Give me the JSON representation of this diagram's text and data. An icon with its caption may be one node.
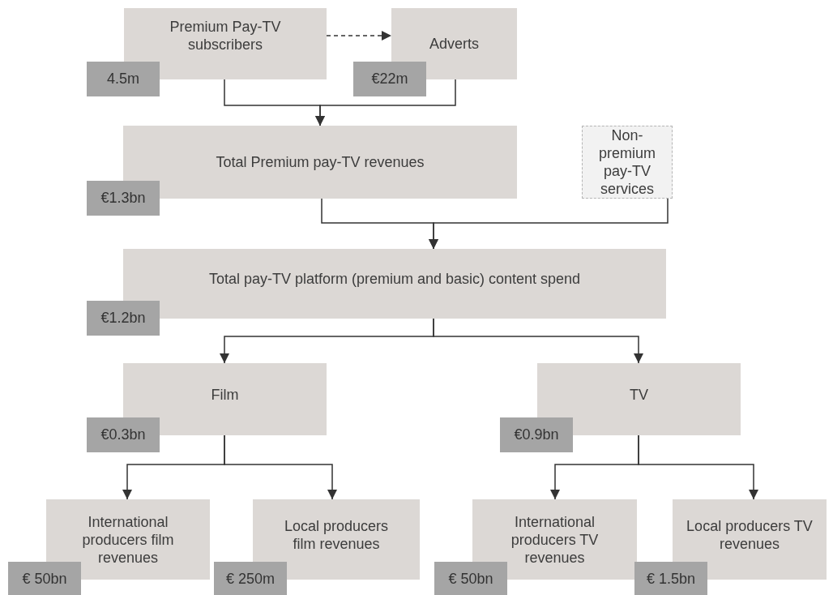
{
  "diagram": {
    "nodes": [
      {
        "text": [
          "Premium Pay-TV subscribers"
        ],
        "beside": [
          "4.5m"
        ]
      },
      {
        "text": [
          "Adverts"
        ],
        "beside": [
          "€22m"
        ]
      },
      {
        "text": [
          "Total Premium pay-TV revenues"
        ],
        "beside": [
          "€1.3bn"
        ]
      },
      {
        "text": [
          "Non-premium pay-TV services"
        ]
      },
      {
        "text": [
          "Total pay-TV platform (premium and basic) content spend"
        ],
        "beside": [
          "€1.2bn"
        ]
      },
      {
        "text": [
          "Film"
        ],
        "beside": [
          "€0.3bn"
        ]
      },
      {
        "text": [
          "TV"
        ],
        "beside": [
          "€0.9bn"
        ]
      },
      {
        "text": [
          "International producers film revenues"
        ],
        "beside": [
          "€ 50bn"
        ]
      },
      {
        "text": [
          "Local producers film revenues"
        ],
        "beside": [
          "€ 250m"
        ]
      },
      {
        "text": [
          "International producers TV revenues"
        ],
        "beside": [
          "€ 50bn"
        ]
      },
      {
        "text": [
          "Local producers TV revenues"
        ],
        "beside": [
          "€ 1.5bn"
        ]
      }
    ],
    "edges": [
      {
        "from": 0,
        "to": 1,
        "arrow": "to",
        "style": "dashed"
      },
      {
        "from": 0,
        "to": 2,
        "arrow": "to"
      },
      {
        "from": 1,
        "to": 2,
        "arrow": "to"
      },
      {
        "from": 2,
        "to": 4,
        "arrow": "to"
      },
      {
        "from": 3,
        "to": 4,
        "arrow": "to"
      },
      {
        "from": 4,
        "to": 5,
        "arrow": "to"
      },
      {
        "from": 4,
        "to": 6,
        "arrow": "to"
      },
      {
        "from": 5,
        "to": 7,
        "arrow": "to"
      },
      {
        "from": 5,
        "to": 8,
        "arrow": "to"
      },
      {
        "from": 6,
        "to": 9,
        "arrow": "to"
      },
      {
        "from": 6,
        "to": 10,
        "arrow": "to"
      }
    ]
  }
}
